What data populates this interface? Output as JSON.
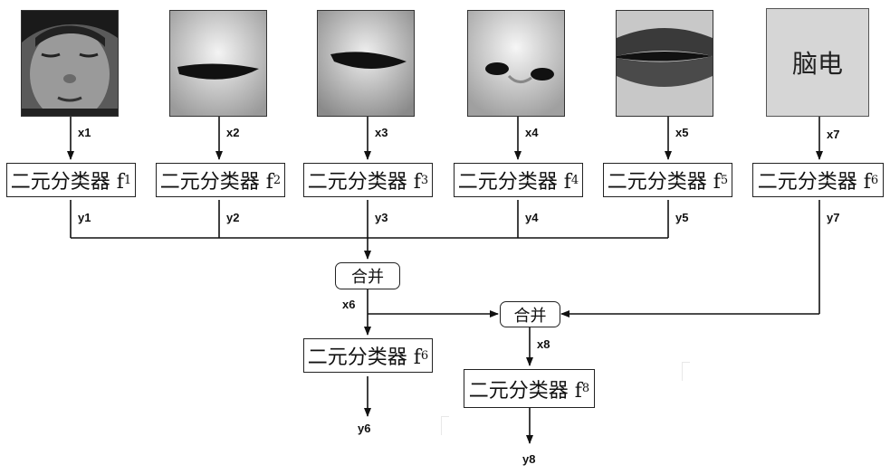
{
  "eeg_label": "脑电",
  "classifier_text": "二元分类器 f",
  "classifiers": [
    {
      "sub": "1"
    },
    {
      "sub": "2"
    },
    {
      "sub": "3"
    },
    {
      "sub": "4"
    },
    {
      "sub": "5"
    },
    {
      "sub": "6"
    }
  ],
  "classifier_bottom_left": {
    "sub": "6"
  },
  "classifier_bottom_mid": {
    "sub": "8"
  },
  "merge_label": "合并",
  "inputs": [
    "x1",
    "x2",
    "x3",
    "x4",
    "x5",
    "x7"
  ],
  "outputs": [
    "y1",
    "y2",
    "y3",
    "y4",
    "y5",
    "y7"
  ],
  "x6": "x6",
  "x8": "x8",
  "y6": "y6",
  "y8": "y8"
}
